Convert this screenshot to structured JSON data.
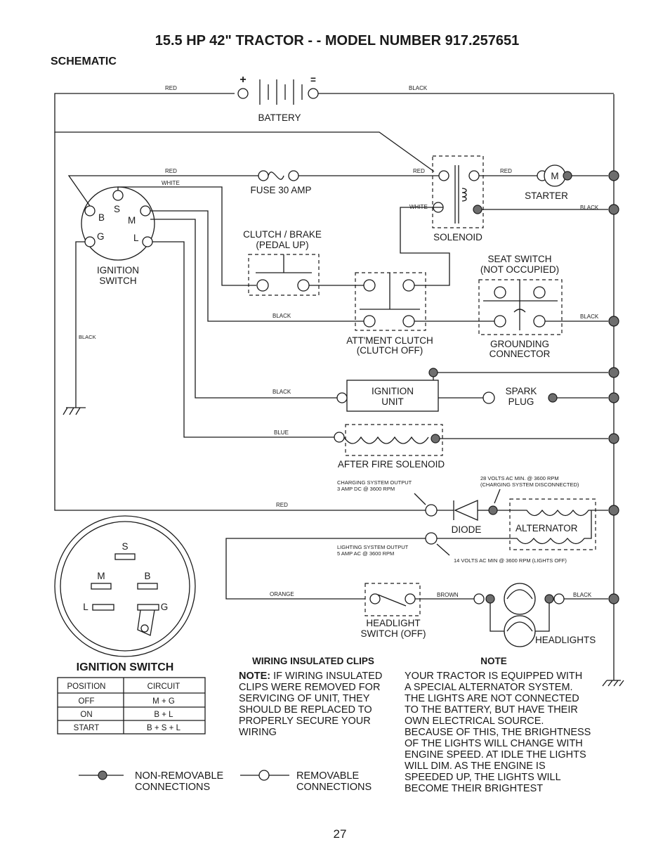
{
  "title": "15.5 HP 42\" TRACTOR - - MODEL NUMBER 917.257651",
  "section": "SCHEMATIC",
  "page_number": "27",
  "components": {
    "battery": "BATTERY",
    "battery_plus": "+",
    "battery_minus": "=",
    "fuse": "FUSE 30 AMP",
    "starter": "STARTER",
    "starter_motor": "M",
    "solenoid": "SOLENOID",
    "ignition_switch_line1": "IGNITION",
    "ignition_switch_line2": "SWITCH",
    "ign_B": "B",
    "ign_S": "S",
    "ign_M": "M",
    "ign_G": "G",
    "ign_L": "L",
    "clutch_brake_line1": "CLUTCH / BRAKE",
    "clutch_brake_line2": "(PEDAL UP)",
    "attment_clutch_line1": "ATT'MENT CLUTCH",
    "attment_clutch_line2": "(CLUTCH OFF)",
    "seat_switch_line1": "SEAT SWITCH",
    "seat_switch_line2": "(NOT OCCUPIED)",
    "grounding_line1": "GROUNDING",
    "grounding_line2": "CONNECTOR",
    "ignition_unit_line1": "IGNITION",
    "ignition_unit_line2": "UNIT",
    "spark_plug_line1": "SPARK",
    "spark_plug_line2": "PLUG",
    "after_fire": "AFTER FIRE SOLENOID",
    "diode": "DIODE",
    "alternator": "ALTERNATOR",
    "headlight_switch_line1": "HEADLIGHT",
    "headlight_switch_line2": "SWITCH (OFF)",
    "headlights": "HEADLIGHTS"
  },
  "wire_labels": {
    "red": "RED",
    "black": "BLACK",
    "white": "WHITE",
    "blue": "BLUE",
    "orange": "ORANGE",
    "brown": "BROWN"
  },
  "annotations": {
    "charging_output_line1": "CHARGING SYSTEM OUTPUT",
    "charging_output_line2": "3 AMP DC @ 3600 RPM",
    "volts28_line1": "28 VOLTS AC MIN. @ 3600 RPM",
    "volts28_line2": "(CHARGING SYSTEM DISCONNECTED)",
    "lighting_output_line1": "LIGHTING SYSTEM OUTPUT",
    "lighting_output_line2": "5 AMP AC @ 3600 RPM",
    "volts14": "14 VOLTS AC MIN  @ 3600 RPM (LIGHTS OFF)"
  },
  "ignition_switch_face": {
    "title": "IGNITION SWITCH",
    "S": "S",
    "M": "M",
    "B": "B",
    "L": "L",
    "G": "G"
  },
  "switch_table": {
    "headers": [
      "POSITION",
      "CIRCUIT"
    ],
    "rows": [
      [
        "OFF",
        "M + G"
      ],
      [
        "ON",
        "B + L"
      ],
      [
        "START",
        "B + S + L"
      ]
    ]
  },
  "wiring_clips": {
    "title": "WIRING INSULATED CLIPS",
    "note_label": "NOTE:",
    "lines": [
      " IF WIRING INSULATED",
      "CLIPS WERE REMOVED FOR",
      "SERVICING OF UNIT, THEY",
      "SHOULD BE REPLACED TO",
      "PROPERLY SECURE YOUR",
      "WIRING"
    ]
  },
  "note": {
    "title": "NOTE",
    "lines": [
      "YOUR TRACTOR IS EQUIPPED WITH",
      "A SPECIAL ALTERNATOR SYSTEM.",
      "THE LIGHTS ARE NOT CONNECTED",
      "TO  THE BATTERY, BUT HAVE THEIR",
      "OWN ELECTRICAL SOURCE.",
      "BECAUSE OF THIS, THE BRIGHTNESS",
      "OF THE LIGHTS WILL CHANGE WITH",
      "ENGINE SPEED.  AT IDLE THE LIGHTS",
      "WILL DIM.  AS THE ENGINE IS",
      "SPEEDED UP, THE LIGHTS WILL",
      "BECOME THEIR BRIGHTEST"
    ]
  },
  "legend": {
    "nonremovable_line1": "NON-REMOVABLE",
    "nonremovable_line2": "CONNECTIONS",
    "removable_line1": "REMOVABLE",
    "removable_line2": "CONNECTIONS"
  }
}
